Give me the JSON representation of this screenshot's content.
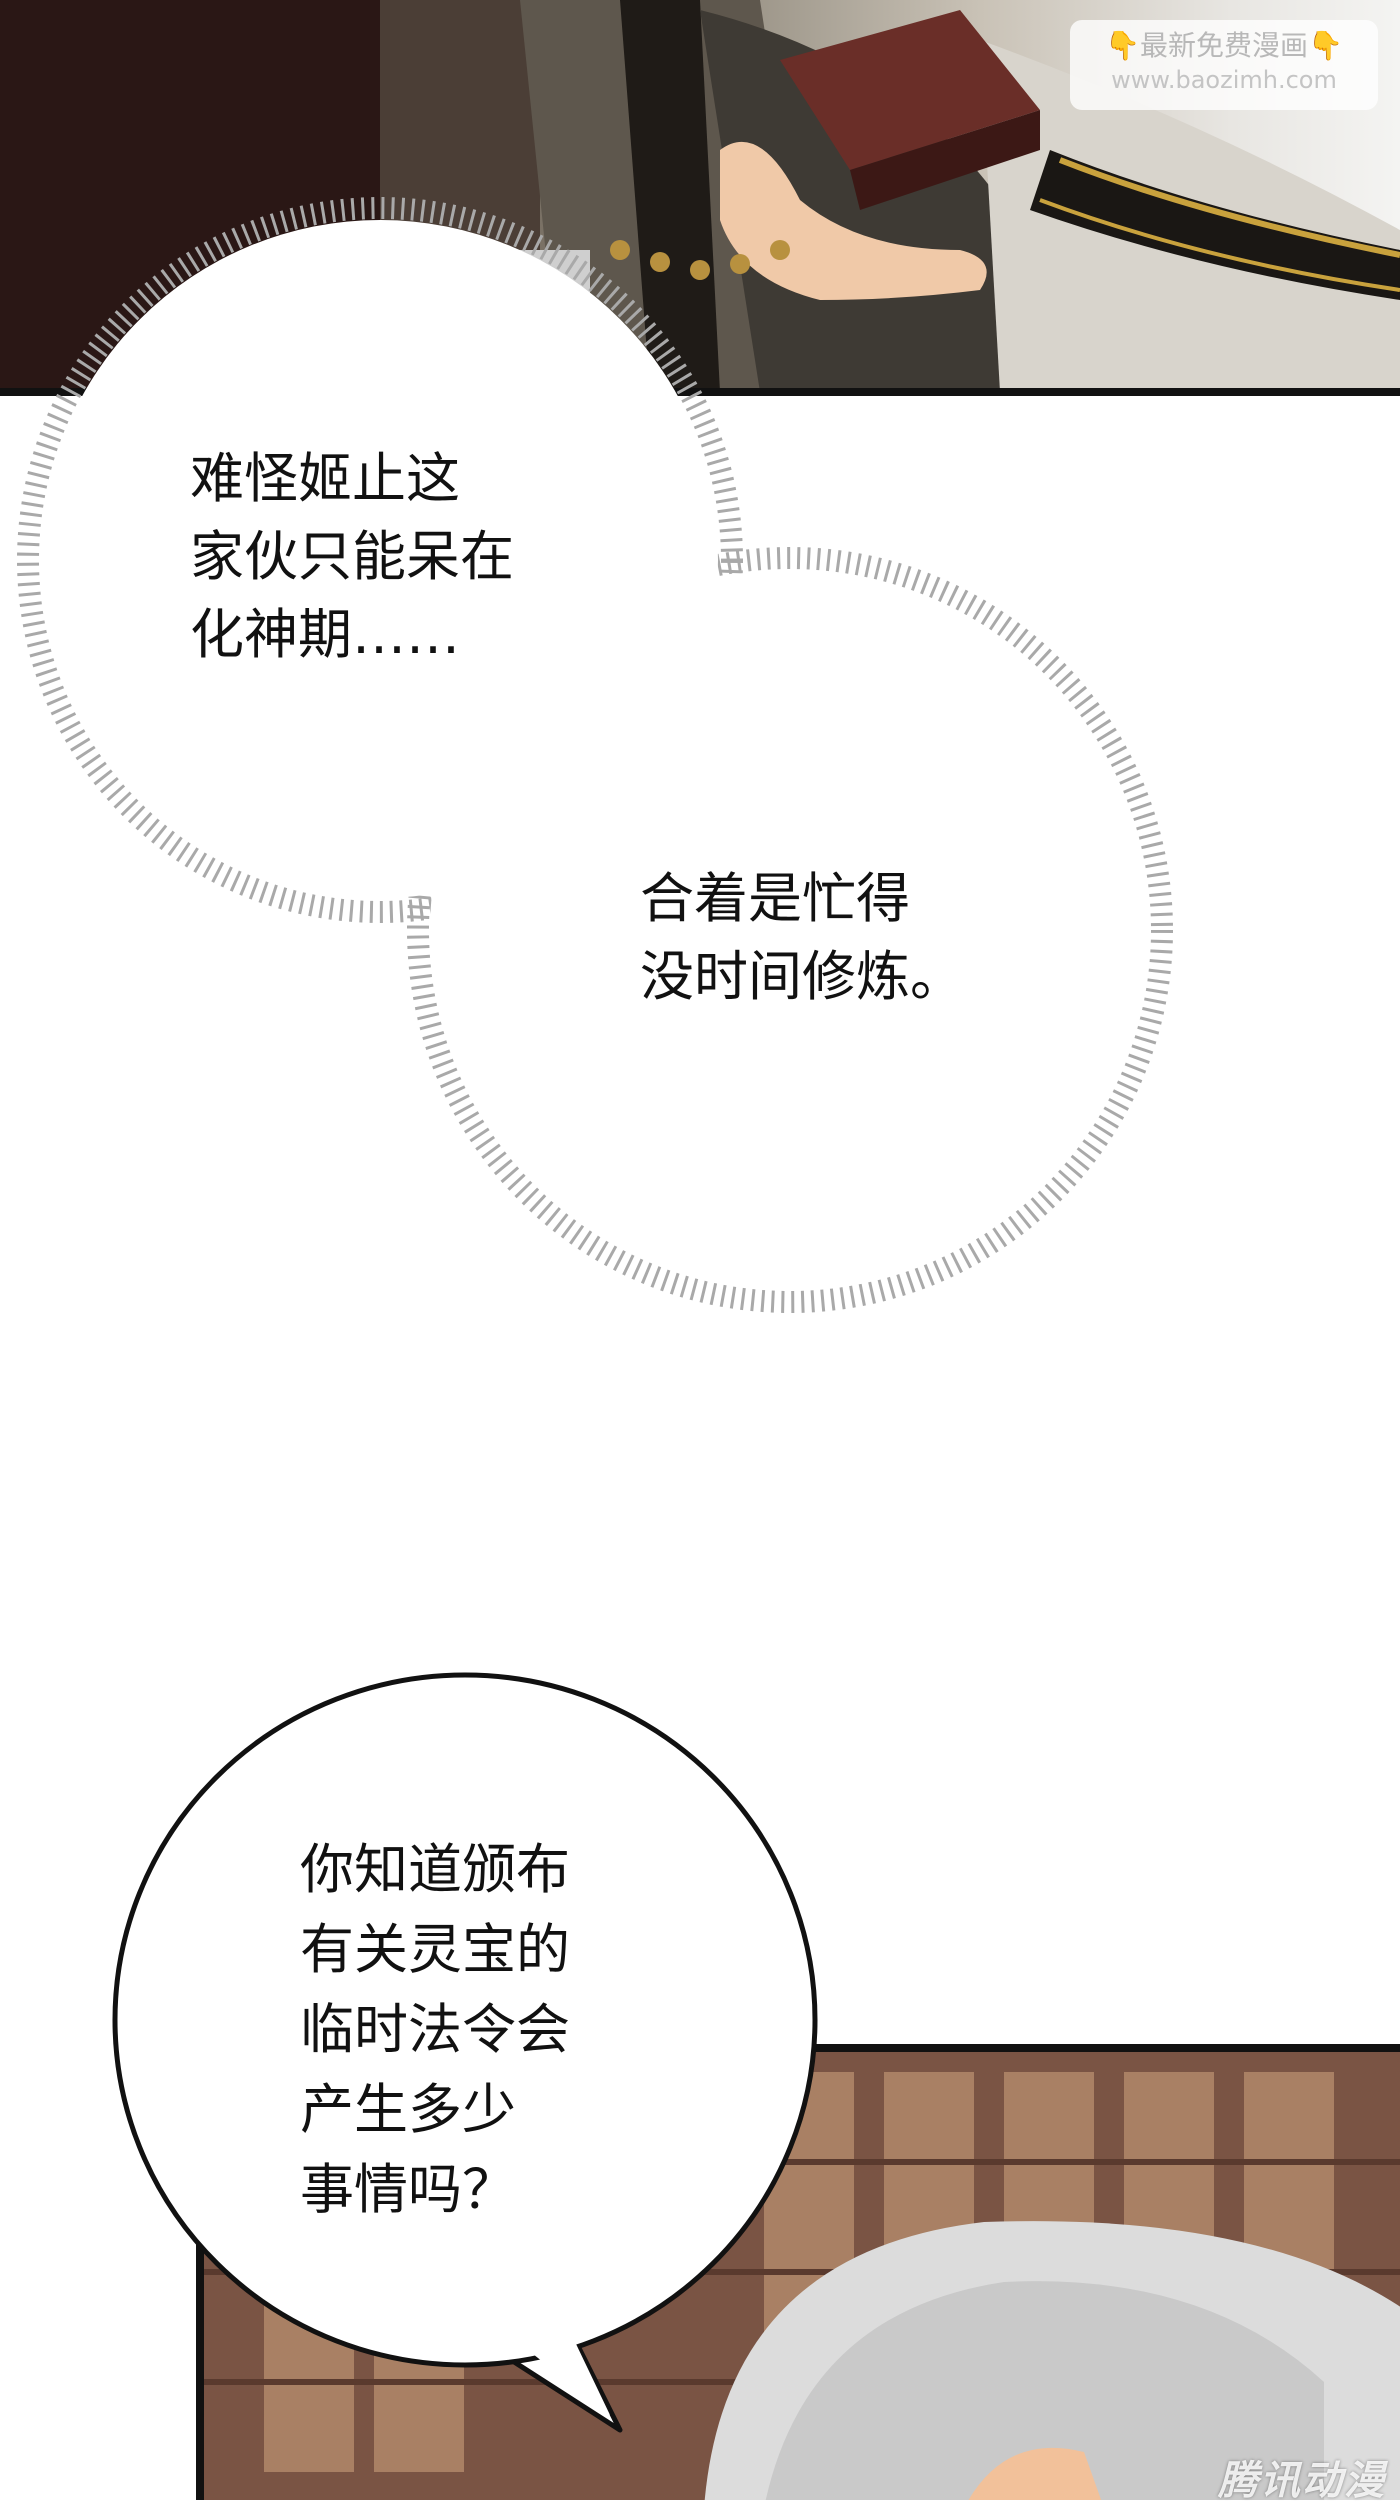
{
  "watermark": {
    "title": "👇最新免费漫画👇",
    "url": "www.baozimh.com"
  },
  "bubbles": [
    {
      "id": "thought-1",
      "text": "难怪姬止这\n家伙只能呆在\n化神期……"
    },
    {
      "id": "thought-2",
      "text": "合着是忙得\n没时间修炼。"
    },
    {
      "id": "speech-1",
      "text": "你知道颁布\n有关灵宝的\n临时法令会\n产生多少\n事情吗？"
    }
  ],
  "logo": {
    "text": "腾讯动漫"
  },
  "colors": {
    "panel_border": "#111111",
    "bubble_outline": "#aaaaaa",
    "text": "#111111"
  }
}
